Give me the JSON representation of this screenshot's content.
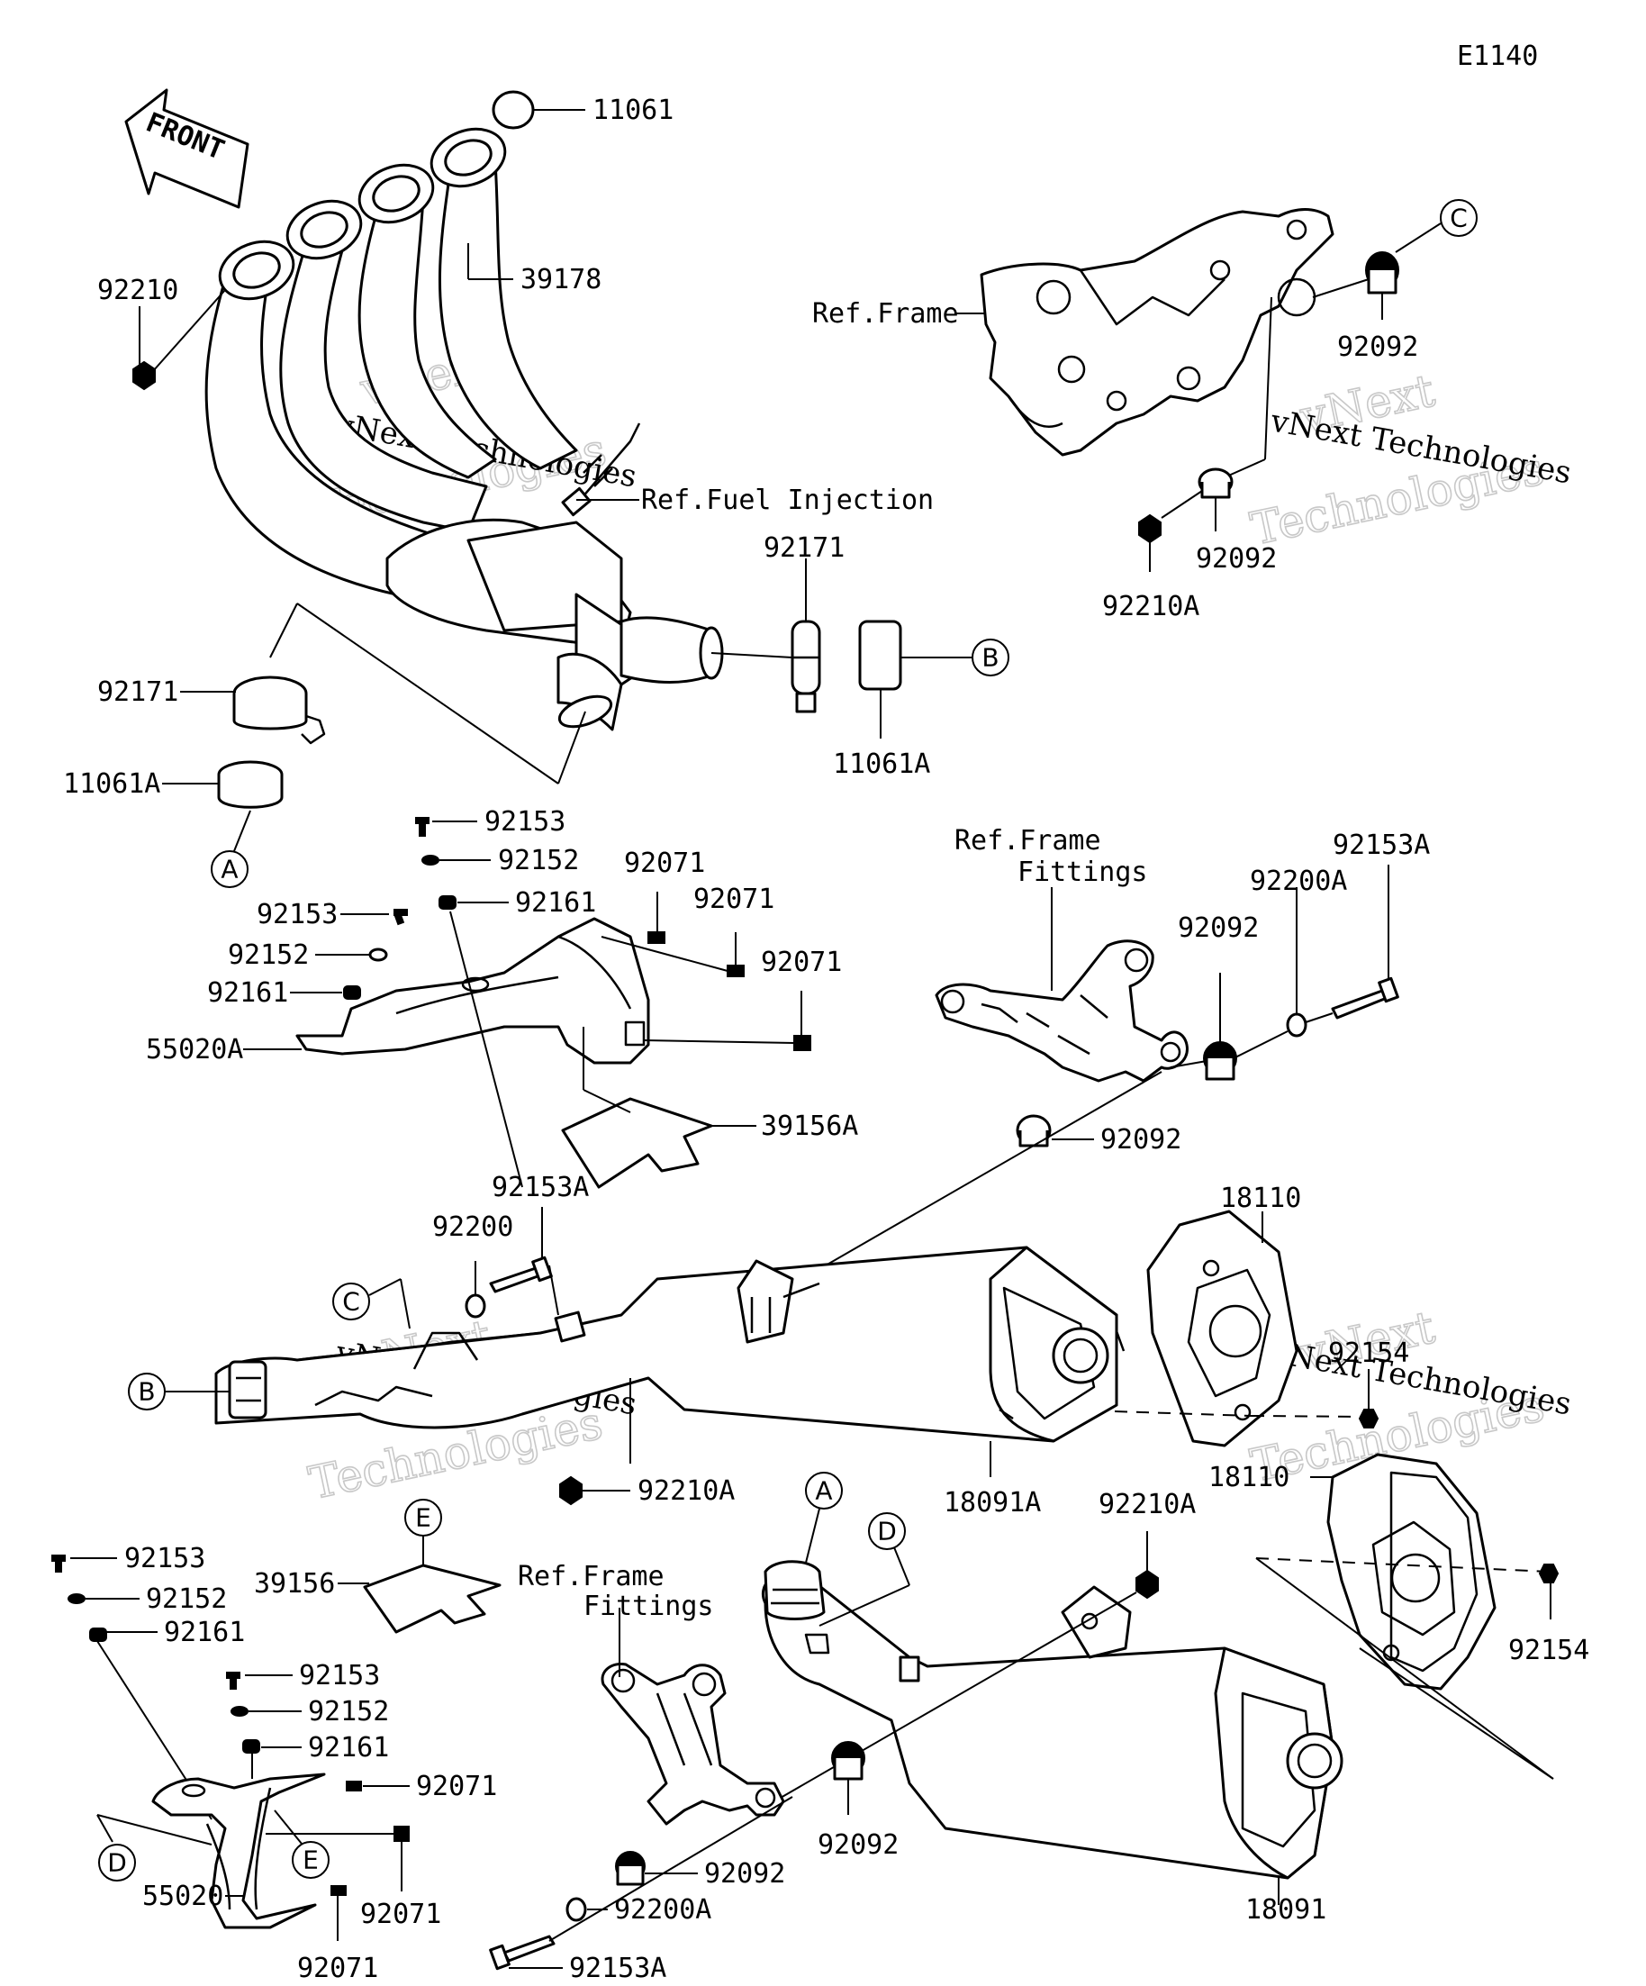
{
  "diagram": {
    "code": "E1140",
    "front_arrow": "FRONT",
    "watermark": {
      "line1": "vNext",
      "line2": "Technologies",
      "full": "vNext Technologies"
    },
    "refs": {
      "frame": "Ref.Frame",
      "fuel_injection": "Ref.Fuel Injection",
      "frame_fittings_1": "Ref.Frame",
      "frame_fittings_2": "Fittings"
    },
    "callouts": [
      "A",
      "B",
      "C",
      "D",
      "E"
    ],
    "parts": [
      "11061",
      "39178",
      "92210",
      "92092",
      "92210A",
      "92171",
      "11061A",
      "92153",
      "92152",
      "92161",
      "55020A",
      "92071",
      "39156A",
      "92153A",
      "92200A",
      "92200",
      "18110",
      "92154",
      "18091A",
      "39156",
      "55020",
      "18091"
    ]
  }
}
